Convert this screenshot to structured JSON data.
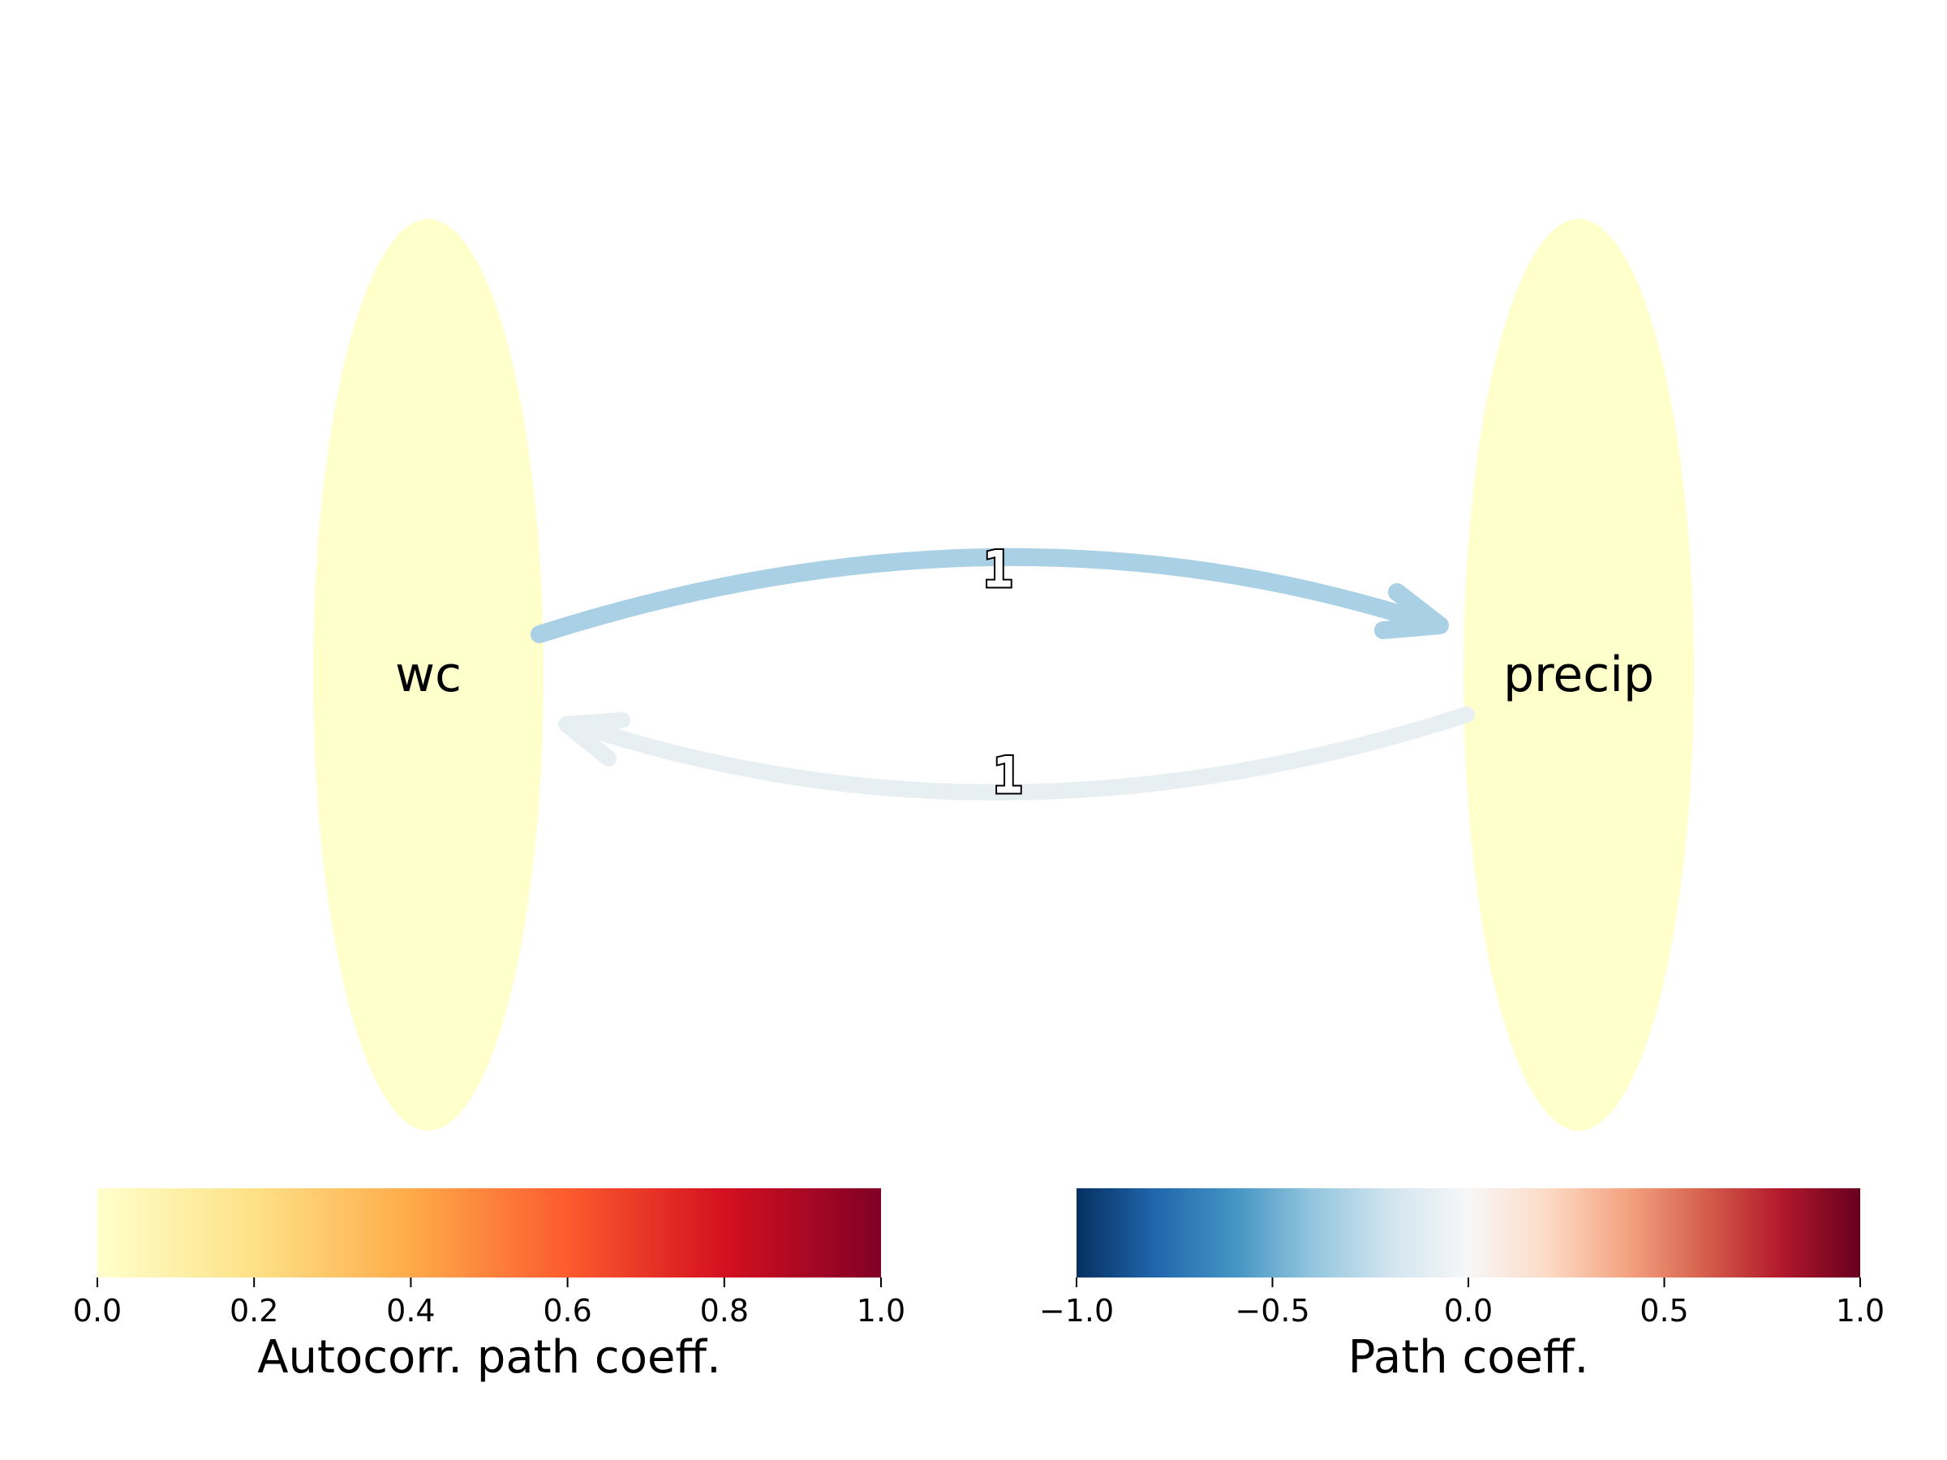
{
  "nodes": [
    {
      "id": "wc",
      "label": "wc",
      "color": "#ffffcc",
      "autocorr": 0.0
    },
    {
      "id": "precip",
      "label": "precip",
      "color": "#ffffcc",
      "autocorr": 0.0
    }
  ],
  "edges": [
    {
      "from": "wc",
      "to": "precip",
      "label": "1",
      "color": "#a9d0e4",
      "coeff": -0.35
    },
    {
      "from": "precip",
      "to": "wc",
      "label": "1",
      "color": "#e8eff3",
      "coeff": -0.05
    }
  ],
  "colorbars": {
    "autocorr": {
      "title": "Autocorr. path coeff.",
      "ticks": [
        "0.0",
        "0.2",
        "0.4",
        "0.6",
        "0.8",
        "1.0"
      ],
      "stops": [
        "#ffffcc",
        "#fee187",
        "#feab49",
        "#fc5b2e",
        "#d41020",
        "#800026"
      ]
    },
    "path": {
      "title": "Path coeff.",
      "ticks": [
        "−1.0",
        "−0.5",
        "0.0",
        "0.5",
        "1.0"
      ],
      "stops": [
        "#053061",
        "#2166ac",
        "#4393c3",
        "#92c5de",
        "#d1e5f0",
        "#f7f7f7",
        "#fddbc7",
        "#f4a582",
        "#d6604d",
        "#b2182b",
        "#67001f"
      ]
    }
  }
}
